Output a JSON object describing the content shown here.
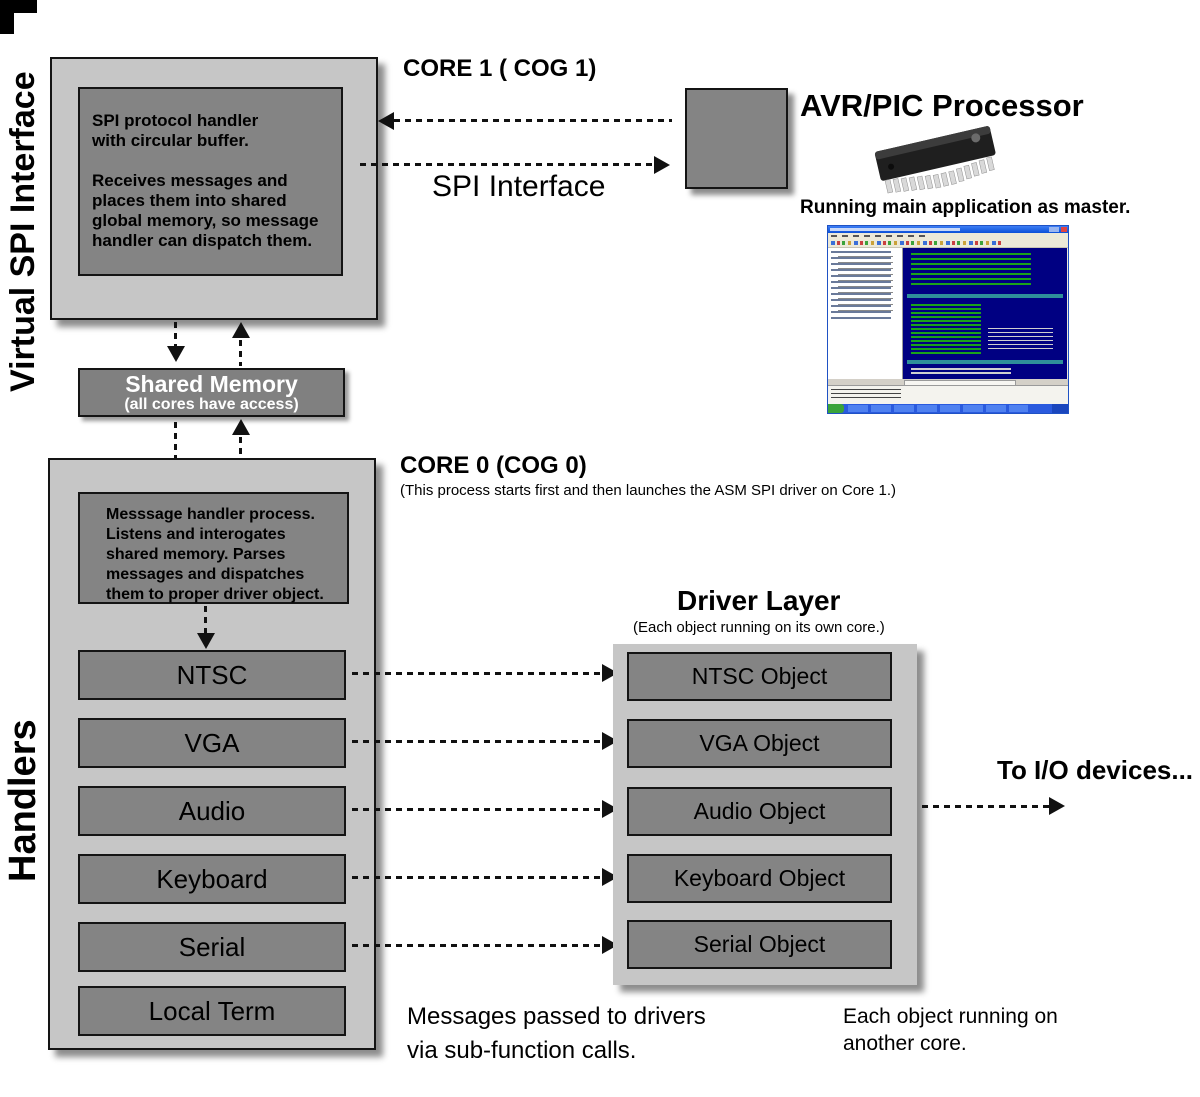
{
  "side_labels": {
    "virtual_spi": "Virtual SPI Interface",
    "handlers": "Handlers"
  },
  "core1": {
    "title": "CORE 1  ( COG 1)",
    "body": "SPI protocol handler\nwith circular buffer.\n\nReceives messages and\nplaces them into shared\nglobal memory, so message\nhandler can dispatch them."
  },
  "spi": {
    "label": "SPI Interface"
  },
  "avr": {
    "title": "AVR/PIC Processor",
    "caption": "Running main application as master."
  },
  "shared_memory": {
    "title": "Shared Memory",
    "subtitle": "(all cores have access)"
  },
  "core0": {
    "title": "CORE 0 (COG 0)",
    "subtitle": "(This process starts first and then launches the ASM SPI driver on Core 1.)",
    "message_handler": "Messsage handler process.\nListens and interogates\nshared memory. Parses\nmessages and dispatches\nthem to proper driver object.",
    "handlers": [
      "NTSC",
      "VGA",
      "Audio",
      "Keyboard",
      "Serial",
      "Local Term"
    ]
  },
  "driver_layer": {
    "title": "Driver Layer",
    "subtitle": "(Each object running on its own core.)",
    "objects": [
      "NTSC Object",
      "VGA Object",
      "Audio Object",
      "Keyboard Object",
      "Serial Object"
    ]
  },
  "annotations": {
    "to_io": "To I/O devices...",
    "messages_note": "Messages passed to drivers\nvia sub-function calls.",
    "each_object_note": "Each object running on\nanother core."
  },
  "colors": {
    "panel_light": "#c6c6c6",
    "panel_dark": "#848484",
    "shared_memory_fill": "#808080",
    "arrow": "#111111",
    "shared_memory_text": "#ffffff",
    "ide_titlebar_blue": "#0b50d8",
    "ide_editor_navy": "#000082",
    "ide_code_green": "#1aa31a",
    "taskbar_blue": "#2a5ade",
    "start_button_green": "#3aa33a"
  }
}
